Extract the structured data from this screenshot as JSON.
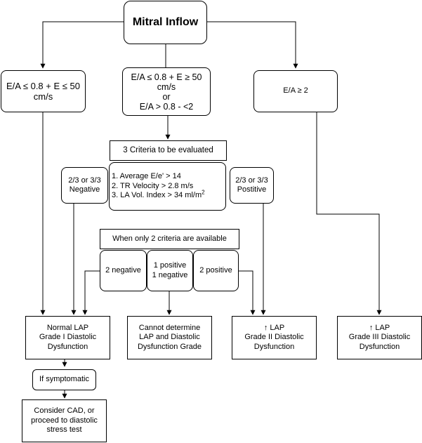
{
  "root": {
    "label": "Mitral Inflow"
  },
  "branches": {
    "low": {
      "lines": [
        "E/A ≤ 0.8 + E ≤ 50",
        "cm/s"
      ]
    },
    "mid": {
      "lines": [
        "E/A ≤ 0.8 + E ≥ 50",
        "cm/s",
        "or",
        "E/A > 0.8 - <2"
      ]
    },
    "high": {
      "label": "E/A ≥ 2"
    }
  },
  "criteria": {
    "title": "3 Criteria to be evaluated",
    "items": [
      "1. Average E/e' > 14",
      "2. TR Velocity > 2.8 m/s",
      "3. LA Vol. Index > 34 ml/m",
      "2"
    ]
  },
  "negative_box": {
    "lines": [
      "2/3 or 3/3",
      "Negative"
    ]
  },
  "positive_box": {
    "lines": [
      "2/3 or 3/3",
      "Postitive"
    ]
  },
  "two_criteria": {
    "header": "When only 2 criteria are available",
    "options": {
      "neg": "2 negative",
      "mixed": [
        "1 positive",
        "1 negative"
      ],
      "pos": "2 positive"
    }
  },
  "outcomes": {
    "grade1": [
      "Normal LAP",
      "Grade I Diastolic",
      "Dysfunction"
    ],
    "undetermined": [
      "Cannot determine",
      "LAP and Diastolic",
      "Dysfunction Grade"
    ],
    "grade2": [
      "↑ LAP",
      "Grade II Diastolic",
      "Dysfunction"
    ],
    "grade3": [
      "↑ LAP",
      "Grade III Diastolic",
      "Dysfunction"
    ]
  },
  "followup": {
    "symptomatic": "If symptomatic",
    "consider": [
      "Consider CAD, or",
      "proceed to diastolic",
      "stress test"
    ]
  }
}
